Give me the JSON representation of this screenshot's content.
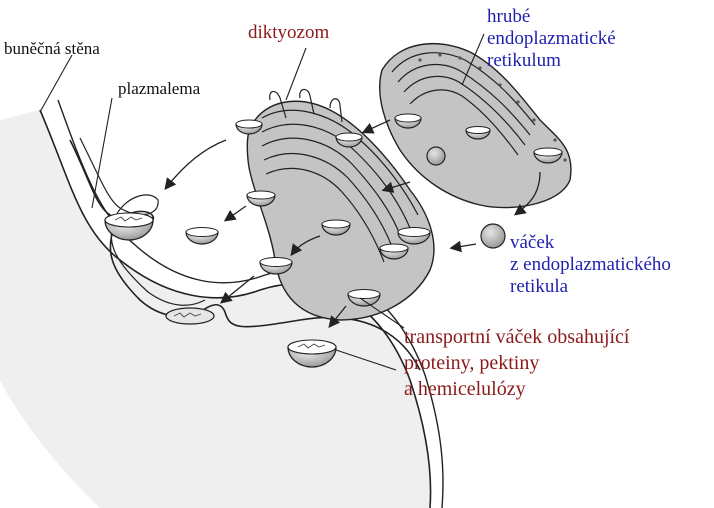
{
  "labels": {
    "cell_wall": "buněčná stěna",
    "plasmalemma": "plazmalema",
    "dictyosome": "diktyozom",
    "rough_er": [
      "hrubé",
      "endoplazmatické",
      "retikulum"
    ],
    "er_vesicle": [
      "váček",
      "z endoplazmatického",
      "retikula"
    ],
    "transport_vesicle": [
      "transportní váček obsahující",
      "proteiny, pektiny",
      "a hemicelulózy"
    ]
  },
  "colors": {
    "dictyosome_label": "#8b1a1a",
    "transport_label": "#8b1a1a",
    "er_label": "#1f1fb0",
    "vesicle_label": "#1f1fb0",
    "wall_label": "#111111",
    "organelle_fill": "#bdbdbd",
    "outline": "#222222"
  }
}
